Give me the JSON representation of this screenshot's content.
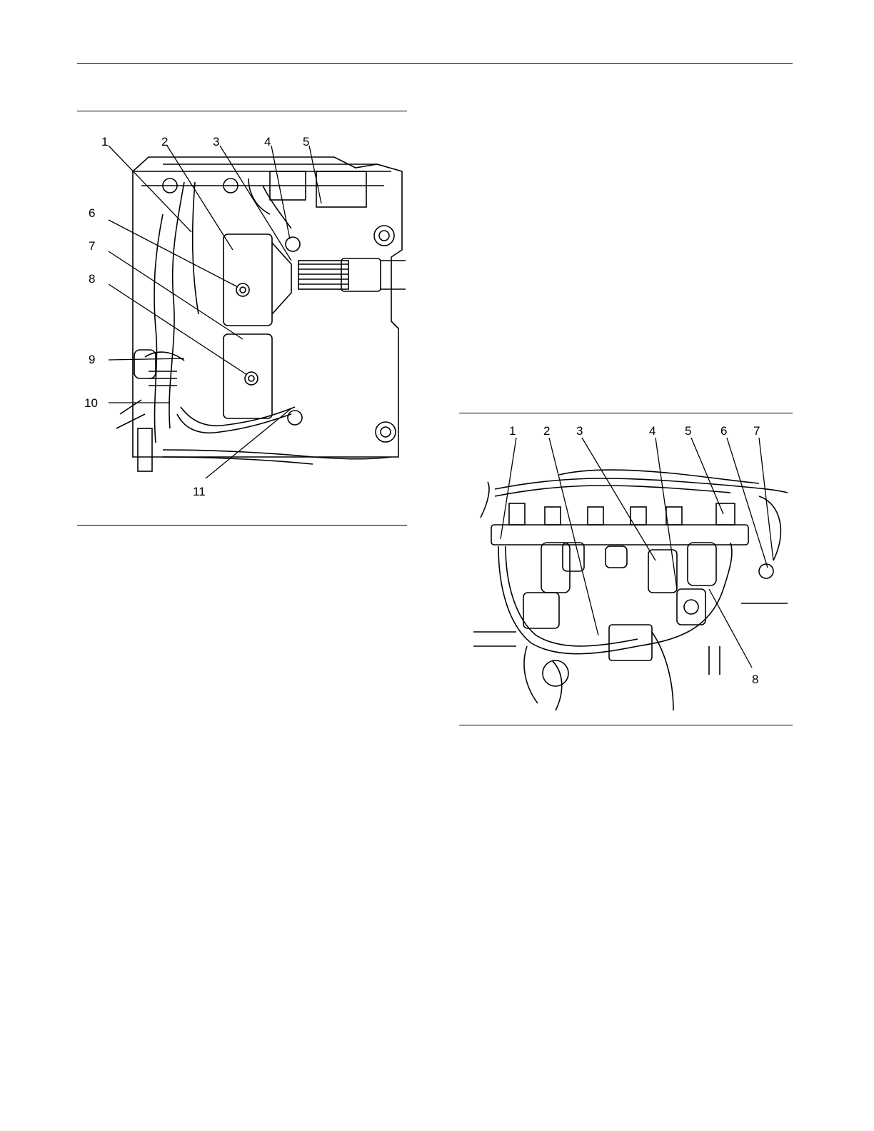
{
  "figure_left": {
    "callouts": [
      "1",
      "2",
      "3",
      "4",
      "5",
      "6",
      "7",
      "8",
      "9",
      "10",
      "11"
    ]
  },
  "figure_right": {
    "callouts": [
      "1",
      "2",
      "3",
      "4",
      "5",
      "6",
      "7",
      "8"
    ]
  }
}
